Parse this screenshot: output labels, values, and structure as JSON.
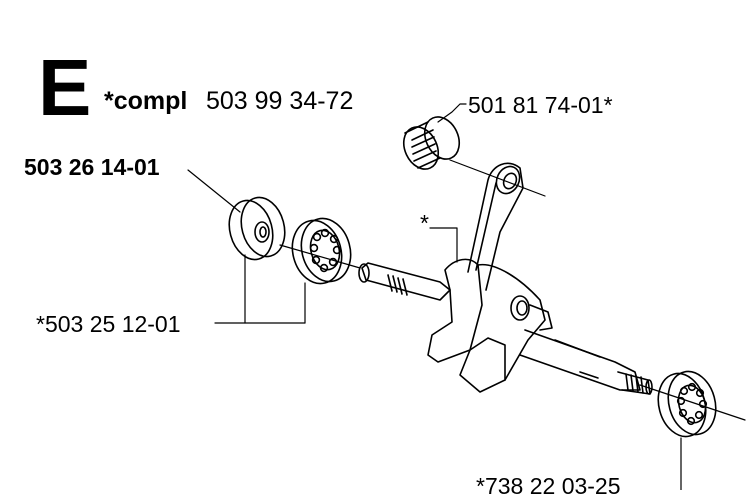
{
  "section": {
    "letter": "E",
    "compl_label": "*compl",
    "compl_number": "503 99 34-72"
  },
  "parts": {
    "needle_bearing": "501 81 74-01*",
    "seal": "503 26 14-01",
    "crankshaft": "*",
    "ball_bearing": "*503 25 12-01",
    "bottom_part": "*738 22 03-25"
  }
}
